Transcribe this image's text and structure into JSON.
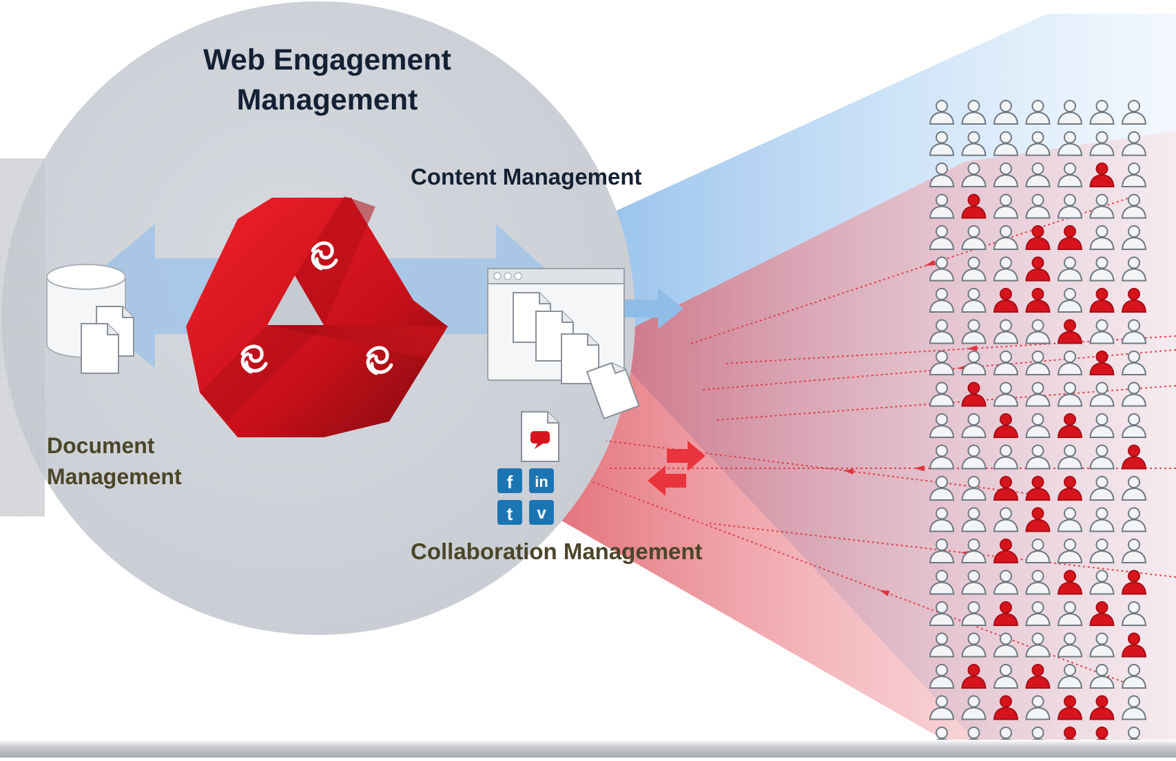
{
  "diagram": {
    "title": "Web Engagement Management",
    "labels": {
      "content": "Content Management",
      "document_line1": "Document",
      "document_line2": "Management",
      "collaboration": "Collaboration Management"
    },
    "social_icons": {
      "facebook": "f",
      "linkedin": "in",
      "twitter": "t",
      "vimeo": "v"
    },
    "icons": [
      "database-icon",
      "document-icon",
      "browser-window-icon",
      "chat-document-icon",
      "exchange-arrows-icon",
      "user-icon"
    ],
    "colors": {
      "circle": "#d0d4d9",
      "accent_red": "#d7141e",
      "blue_beam": "#a9cdf0",
      "red_beam": "#e8737c",
      "title_text": "#142033",
      "secondary_text": "#4b4528",
      "social_blue": "#1c75b3"
    },
    "user_grid": {
      "rows": 21,
      "cols": 7,
      "highlighted": [
        [
          2,
          5
        ],
        [
          3,
          1
        ],
        [
          4,
          3
        ],
        [
          4,
          4
        ],
        [
          5,
          3
        ],
        [
          6,
          2
        ],
        [
          6,
          3
        ],
        [
          6,
          5
        ],
        [
          6,
          6
        ],
        [
          7,
          4
        ],
        [
          8,
          5
        ],
        [
          9,
          1
        ],
        [
          10,
          2
        ],
        [
          10,
          4
        ],
        [
          11,
          6
        ],
        [
          12,
          2
        ],
        [
          12,
          3
        ],
        [
          12,
          4
        ],
        [
          13,
          3
        ],
        [
          14,
          2
        ],
        [
          15,
          4
        ],
        [
          15,
          6
        ],
        [
          16,
          2
        ],
        [
          16,
          5
        ],
        [
          17,
          6
        ],
        [
          18,
          1
        ],
        [
          18,
          3
        ],
        [
          19,
          2
        ],
        [
          19,
          4
        ],
        [
          19,
          5
        ],
        [
          20,
          4
        ],
        [
          20,
          5
        ]
      ]
    }
  }
}
